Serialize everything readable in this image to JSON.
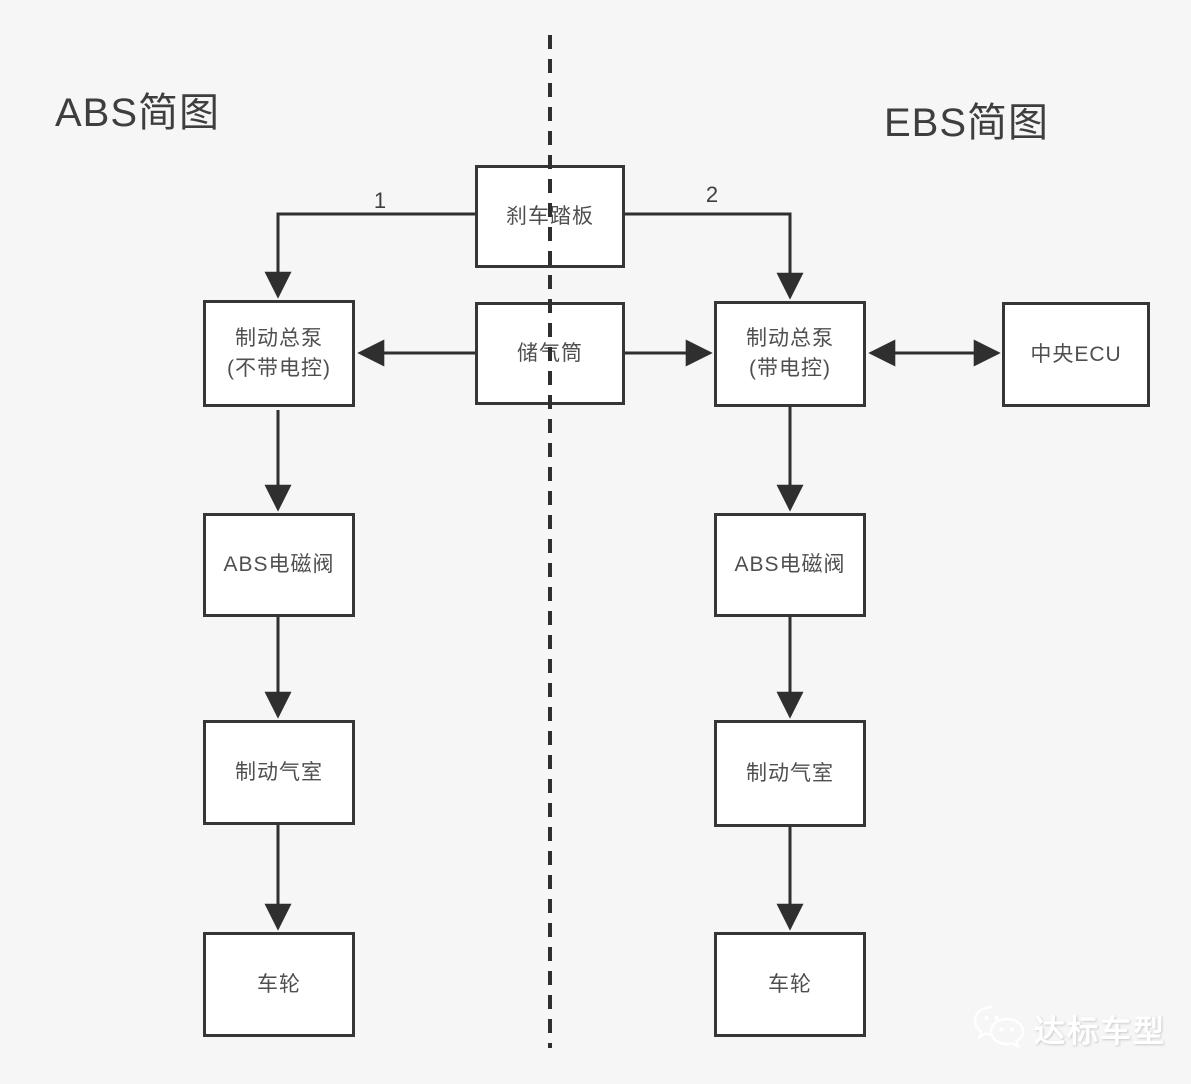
{
  "titles": {
    "left": "ABS简图",
    "right": "EBS简图"
  },
  "nodes": {
    "brake_pedal": "刹车踏板",
    "pump_left": {
      "line1": "制动总泵",
      "line2": "(不带电控)"
    },
    "air_tank": "储气筒",
    "pump_right": {
      "line1": "制动总泵",
      "line2": "(带电控)"
    },
    "ecu": "中央ECU",
    "valve_left": "ABS电磁阀",
    "valve_right": "ABS电磁阀",
    "chamber_left": "制动气室",
    "chamber_right": "制动气室",
    "wheel_left": "车轮",
    "wheel_right": "车轮"
  },
  "edge_labels": {
    "left_branch": "1",
    "right_branch": "2"
  },
  "watermark": {
    "text": "达标车型",
    "icon": "wechat-icon"
  },
  "colors": {
    "background": "#f6f6f6",
    "line": "#2f2f2f",
    "box_fill": "#ffffff",
    "box_text": "#4f4f4f",
    "watermark_text": "#ffffff"
  }
}
